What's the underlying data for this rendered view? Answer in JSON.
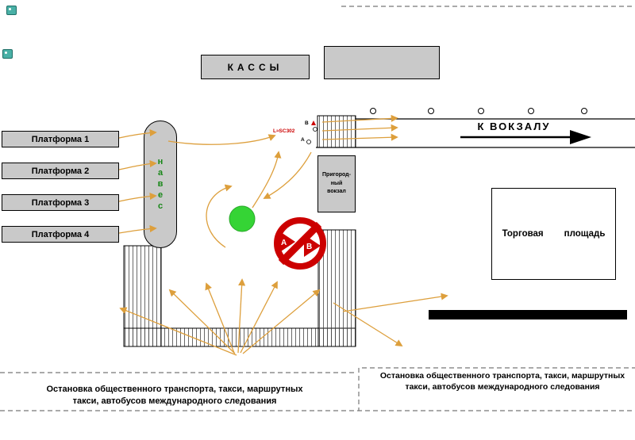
{
  "labels": {
    "kassy": "КАССЫ",
    "to_station": "К ВОКЗАЛУ",
    "canopy": "навес",
    "market_word1": "Торговая",
    "market_word2": "площадь"
  },
  "platforms": [
    "Платформа 1",
    "Платформа 2",
    "Платформа 3",
    "Платформа 4"
  ],
  "suburban": {
    "line1": "Пригород-",
    "line2": "ный",
    "line3": "вокзал"
  },
  "crossing": {
    "code": "L≈SC302",
    "point_b": "В",
    "point_a": "А"
  },
  "sign": {
    "letter_a": "А",
    "letter_b": "В"
  },
  "stops": {
    "left_line1": "Остановка общественного транспорта, такси, маршрутных",
    "left_line2": "такси, автобусов международного следования",
    "right_line1": "Остановка общественного транспорта, такси, маршрутных",
    "right_line2": "такси, автобусов международного следования"
  },
  "colors": {
    "box_fill": "#c9c9c9",
    "arrow_orange": "#dd9f3c",
    "green_spot": "#35d435",
    "prohibition_red": "#cc0000",
    "canopy_text_green": "#178717",
    "placeholder_teal": "#49b0a6"
  }
}
